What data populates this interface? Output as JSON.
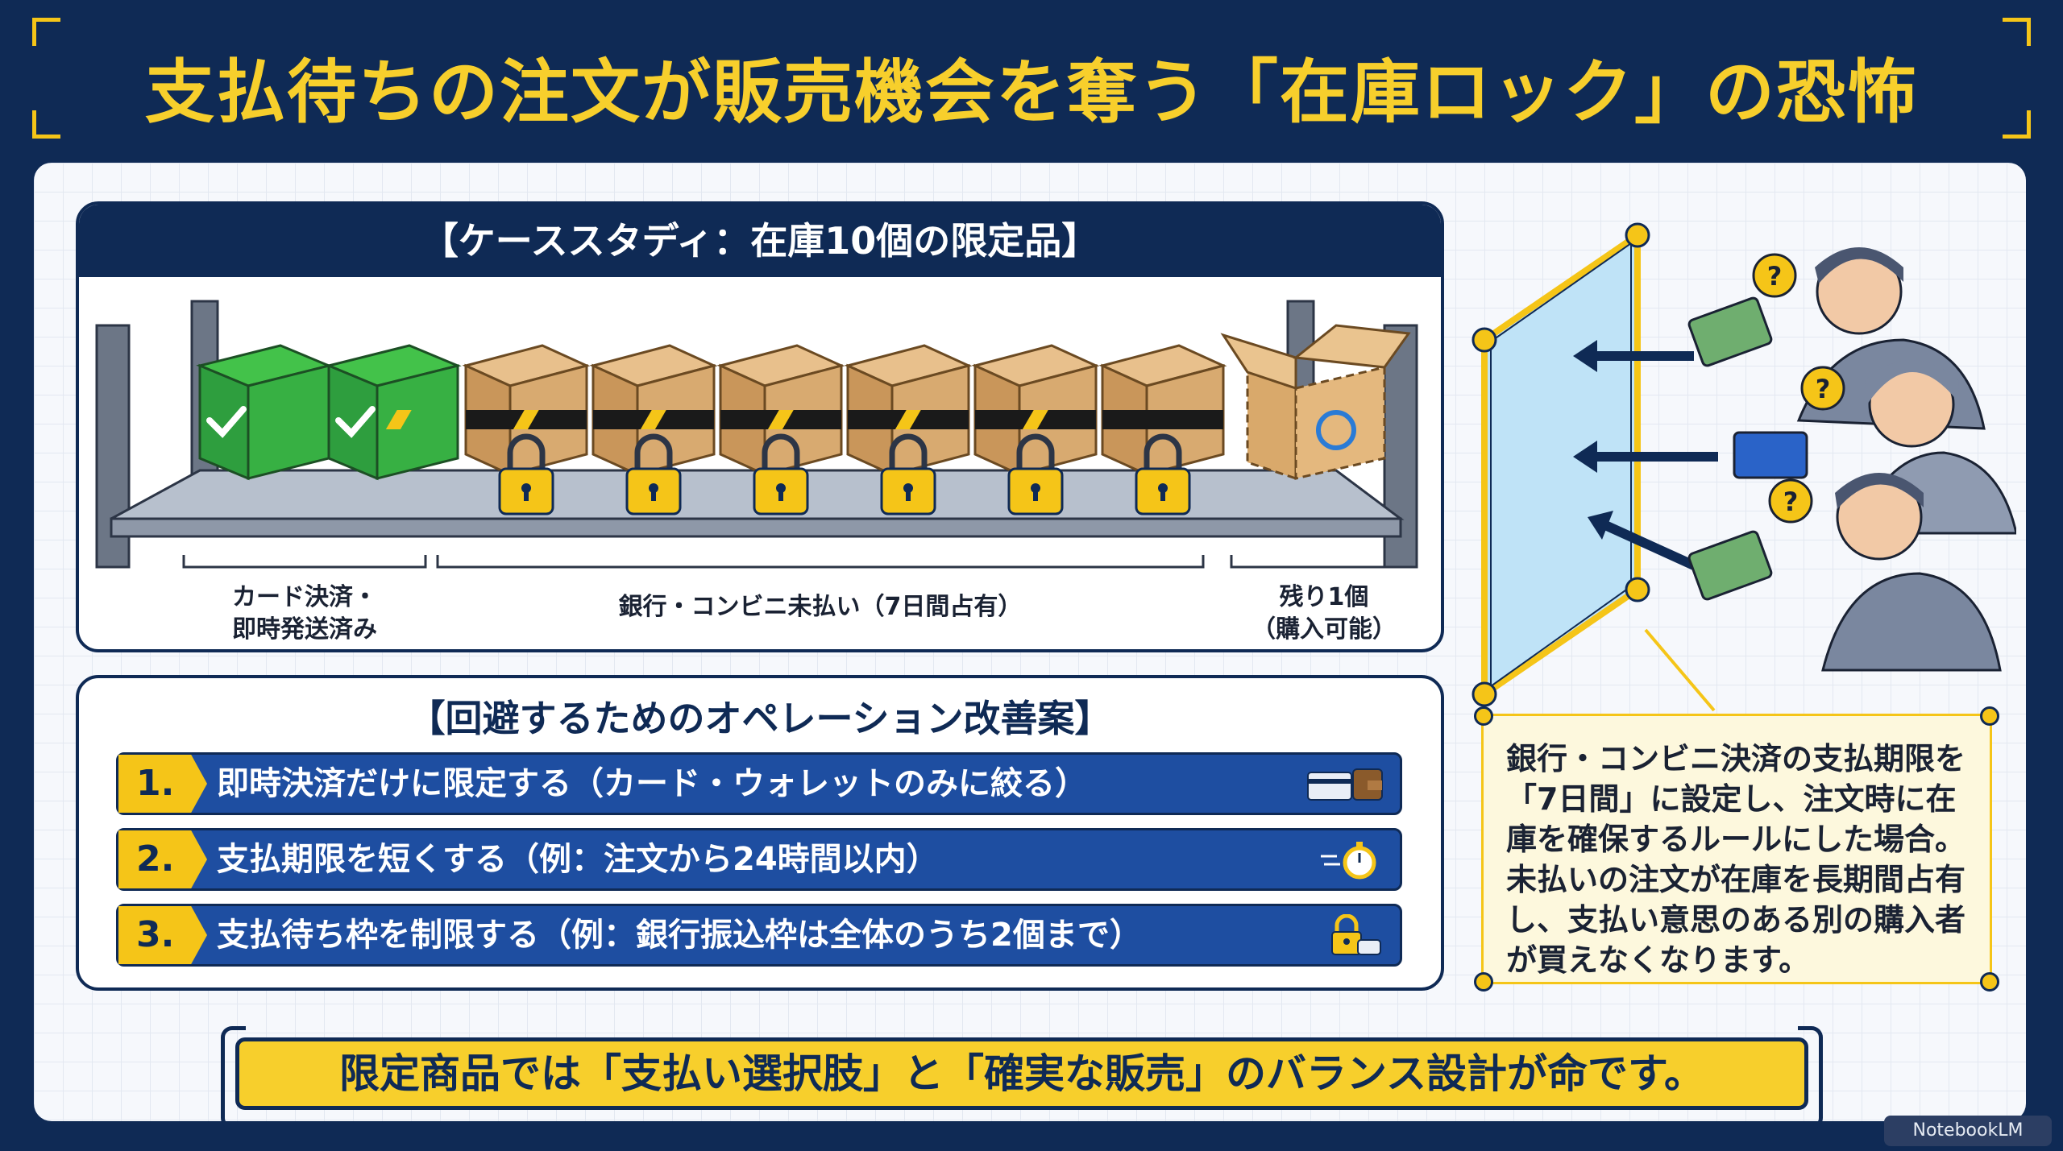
{
  "title": "支払待ちの注文が販売機会を奪う「在庫ロック」の恐怖",
  "case_study": {
    "heading": "【ケーススタディ：在庫10個の限定品】",
    "label_paid_line1": "カード決済・",
    "label_paid_line2": "即時発送済み",
    "label_locked": "銀行・コンビニ未払い（7日間占有）",
    "label_remaining_line1": "残り1個",
    "label_remaining_line2": "（購入可能）",
    "boxes": {
      "paid": 2,
      "locked": 6,
      "available": 1
    }
  },
  "operations": {
    "heading": "【回避するためのオペレーション改善案】",
    "items": [
      {
        "num": "1.",
        "text": "即時決済だけに限定する（カード・ウォレットのみに絞る）",
        "icon": "card-wallet-icon"
      },
      {
        "num": "2.",
        "text": "支払期限を短くする（例：注文から24時間以内）",
        "icon": "stopwatch-icon"
      },
      {
        "num": "3.",
        "text": "支払待ち枠を制限する（例：銀行振込枠は全体のうち2個まで）",
        "icon": "lock-icon"
      }
    ]
  },
  "note": {
    "text": "銀行・コンビニ決済の支払期限を「7日間」に設定し、注文時に在庫を確保するルールにした場合。未払いの注文が在庫を長期間占有し、支払い意思のある別の購入者が買えなくなります。"
  },
  "conclusion": "限定商品では「支払い選択肢」と「確実な販売」のバランス設計が命です。",
  "badge": "NotebookLM",
  "colors": {
    "navy": "#0f2a55",
    "yellow": "#f7cf2c",
    "green": "#2e9e3e",
    "blue": "#1e4ea1",
    "cardboard": "#d8aa70"
  }
}
